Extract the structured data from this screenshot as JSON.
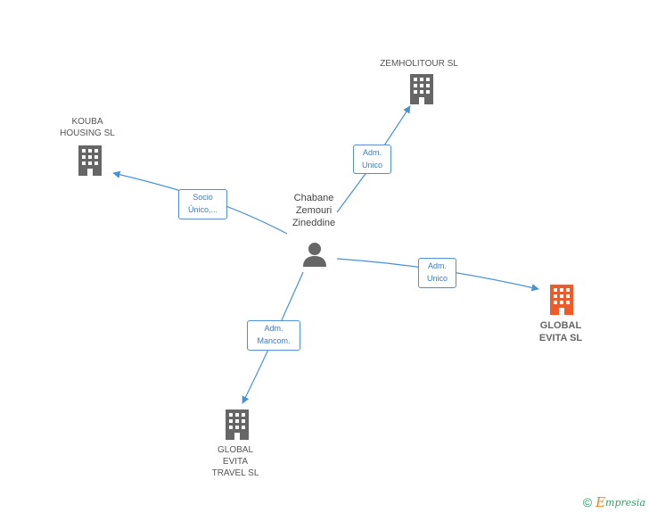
{
  "graph": {
    "center": {
      "name": "Chabane\nZemouri\nZineddine",
      "icon": "person-icon"
    },
    "companies": {
      "zemholitour": {
        "name": "ZEMHOLITOUR SL",
        "icon": "building-icon",
        "color": "#666666"
      },
      "kouba": {
        "name": "KOUBA\nHOUSING SL",
        "icon": "building-icon",
        "color": "#666666"
      },
      "global_evita": {
        "name": "GLOBAL\nEVITA SL",
        "icon": "building-icon",
        "color": "#f05a28"
      },
      "global_evita_travel": {
        "name": "GLOBAL\nEVITA\nTRAVEL SL",
        "icon": "building-icon",
        "color": "#666666"
      }
    },
    "edges": {
      "zemholitour": "Adm.\nUnico",
      "kouba": "Socio\nÚnico,...",
      "global_evita": "Adm.\nUnico",
      "global_evita_travel": "Adm.\nMancom."
    },
    "edge_color": "#4a90d9"
  },
  "footer": {
    "copyright_symbol": "©",
    "brand_initial": "E",
    "brand_rest": "mpresia"
  }
}
